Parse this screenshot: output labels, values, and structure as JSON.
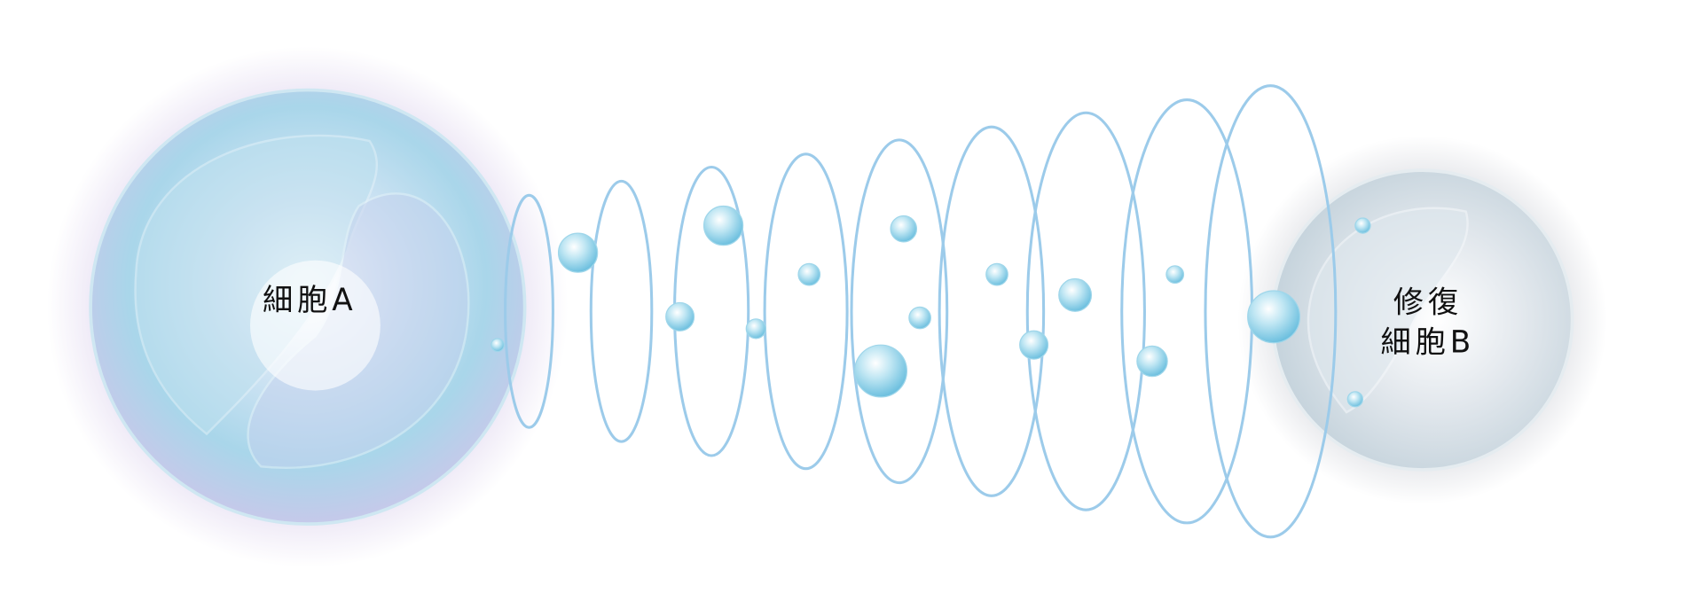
{
  "cell_a": {
    "label": "細胞A"
  },
  "cell_b": {
    "label_line1": "修復",
    "label_line2": "細胞B"
  },
  "colors": {
    "ring": "#9ccbea",
    "cell_a": "#b8dcec",
    "cell_a_glow": "#c9b9e3",
    "cell_b": "#d9dde3",
    "bubble": "#8fd0e8"
  }
}
